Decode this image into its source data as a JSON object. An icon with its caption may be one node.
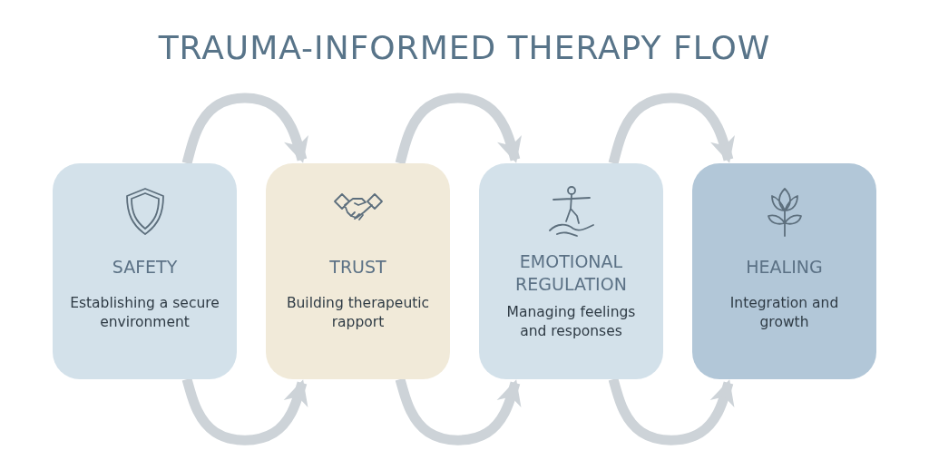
{
  "diagram": {
    "title": "TRAUMA-INFORMED THERAPY FLOW",
    "nodes": [
      {
        "text": [
          "SAFETY",
          "Establishing a secure environment"
        ]
      },
      {
        "text": [
          "TRUST",
          "Building therapeutic rapport"
        ]
      },
      {
        "text": [
          "EMOTIONAL REGULATION",
          "Managing feelings and responses"
        ]
      },
      {
        "text": [
          "HEALING",
          "Integration and growth"
        ]
      }
    ],
    "edges": [
      {
        "from": 0,
        "to": 1,
        "arrow": "to"
      },
      {
        "from": 0,
        "to": 1,
        "arrow": "to"
      },
      {
        "from": 1,
        "to": 2,
        "arrow": "to"
      },
      {
        "from": 1,
        "to": 2,
        "arrow": "to"
      },
      {
        "from": 2,
        "to": 3,
        "arrow": "to"
      },
      {
        "from": 2,
        "to": 3,
        "arrow": "to"
      }
    ]
  }
}
